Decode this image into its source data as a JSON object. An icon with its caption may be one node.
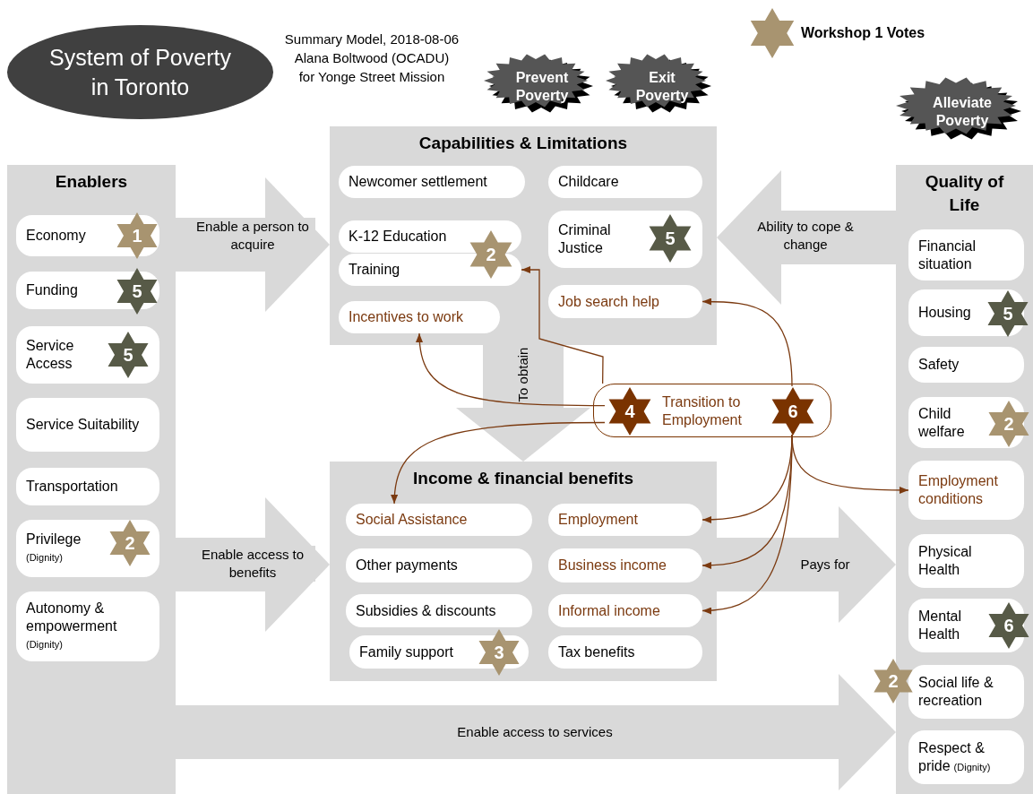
{
  "diagram": {
    "title": "System of Poverty in Toronto",
    "nodes": [
      {
        "text": [
          "Prevent Poverty"
        ]
      },
      {
        "text": [
          "Exit Poverty"
        ]
      },
      {
        "text": [
          "Alleviate Poverty"
        ]
      },
      {
        "text": [
          "Capabilities & Limitations"
        ]
      },
      {
        "text": [
          "Newcomer settlement"
        ],
        "in": 3
      },
      {
        "text": [
          "Childcare"
        ],
        "in": 3
      },
      {
        "text": [
          "K-12 Education"
        ],
        "in": 3
      },
      {
        "text": [
          "Training"
        ],
        "in": 3
      },
      {
        "text": [
          "2"
        ],
        "in": 3
      },
      {
        "text": [
          "Criminal Justice"
        ],
        "in": 3
      },
      {
        "text": [
          "5"
        ],
        "in": 9
      },
      {
        "text": [
          "Job search help"
        ],
        "in": 3
      },
      {
        "text": [
          "Incentives to work"
        ],
        "in": 3
      },
      {
        "text": [
          "Enablers"
        ]
      },
      {
        "text": [
          "Economy"
        ],
        "in": 13
      },
      {
        "text": [
          "1"
        ],
        "in": 14
      },
      {
        "text": [
          "Funding"
        ],
        "in": 13
      },
      {
        "text": [
          "5"
        ],
        "in": 16
      },
      {
        "text": [
          "Service Access"
        ],
        "in": 13
      },
      {
        "text": [
          "5"
        ],
        "in": 18
      },
      {
        "text": [
          "Service Suitability"
        ],
        "in": 13
      },
      {
        "text": [
          "Transportation"
        ],
        "in": 13
      },
      {
        "text": [
          "Privilege",
          "(Dignity)"
        ],
        "in": 13
      },
      {
        "text": [
          "2"
        ],
        "in": 22
      },
      {
        "text": [
          "Autonomy & empowerment",
          "(Dignity)"
        ],
        "in": 13
      },
      {
        "text": [
          "Quality of Life"
        ]
      },
      {
        "text": [
          "Financial situation"
        ],
        "in": 25
      },
      {
        "text": [
          "Housing"
        ],
        "in": 25
      },
      {
        "text": [
          "5"
        ],
        "in": 25
      },
      {
        "text": [
          "Safety"
        ],
        "in": 25
      },
      {
        "text": [
          "Child welfare"
        ],
        "in": 25
      },
      {
        "text": [
          "2"
        ],
        "in": 25
      },
      {
        "text": [
          "Employment conditions"
        ],
        "in": 25
      },
      {
        "text": [
          "Physical Health"
        ],
        "in": 25
      },
      {
        "text": [
          "Mental Health"
        ],
        "in": 25
      },
      {
        "text": [
          "6"
        ],
        "in": 25
      },
      {
        "text": [
          "Social life & recreation"
        ],
        "in": 25
      },
      {
        "text": [
          "2"
        ]
      },
      {
        "text": [
          "Respect & pride",
          "(Dignity)"
        ],
        "in": 25
      },
      {
        "text": [
          "Transition to Employment"
        ]
      },
      {
        "text": [
          "4"
        ],
        "in": 39
      },
      {
        "text": [
          "6"
        ],
        "in": 39
      },
      {
        "text": [
          "Income & financial benefits"
        ]
      },
      {
        "text": [
          "Social Assistance"
        ],
        "in": 42
      },
      {
        "text": [
          "Employment"
        ],
        "in": 42
      },
      {
        "text": [
          "Other payments"
        ],
        "in": 42
      },
      {
        "text": [
          "Business income"
        ],
        "in": 42
      },
      {
        "text": [
          "Subsidies & discounts"
        ],
        "in": 42
      },
      {
        "text": [
          "Informal income"
        ],
        "in": 42
      },
      {
        "text": [
          "Family support"
        ],
        "in": 42
      },
      {
        "text": [
          "3"
        ],
        "in": 49
      },
      {
        "text": [
          "Tax benefits"
        ],
        "in": 42
      }
    ],
    "edges": [
      {
        "from": 13,
        "to": 3,
        "arrow": "to",
        "label": "Enable a person to acquire",
        "style": "thick",
        "color": "#d9d9d9"
      },
      {
        "from": 25,
        "to": 3,
        "arrow": "to",
        "label": "Ability to cope & change",
        "style": "thick",
        "color": "#d9d9d9"
      },
      {
        "from": 3,
        "to": 42,
        "arrow": "to",
        "label": "To obtain",
        "style": "thick",
        "color": "#d9d9d9"
      },
      {
        "from": 13,
        "to": 42,
        "arrow": "to",
        "label": "Enable access to benefits",
        "style": "thick",
        "color": "#d9d9d9"
      },
      {
        "from": 42,
        "to": 25,
        "arrow": "to",
        "label": "Pays for",
        "style": "thick",
        "color": "#d9d9d9"
      },
      {
        "from": 13,
        "to": 25,
        "arrow": "to",
        "label": "Enable access to services",
        "style": "thick",
        "color": "#d9d9d9"
      },
      {
        "from": 40,
        "to": 12,
        "arrow": "to"
      },
      {
        "from": 40,
        "to": 43,
        "arrow": "to"
      },
      {
        "from": 39,
        "to": 7,
        "arrow": "to"
      },
      {
        "from": 41,
        "to": 11,
        "arrow": "to"
      },
      {
        "from": 41,
        "to": 44,
        "arrow": "to"
      },
      {
        "from": 41,
        "to": 46,
        "arrow": "to"
      },
      {
        "from": 41,
        "to": 48,
        "arrow": "to"
      },
      {
        "from": 41,
        "to": 32,
        "arrow": "to"
      }
    ],
    "labels": [
      "Summary Model, 2018-08-06",
      "Alana Boltwood (OCADU)",
      "for Yonge Street Mission"
    ],
    "legend": [
      {
        "text": "Workshop 1 Votes"
      }
    ]
  }
}
